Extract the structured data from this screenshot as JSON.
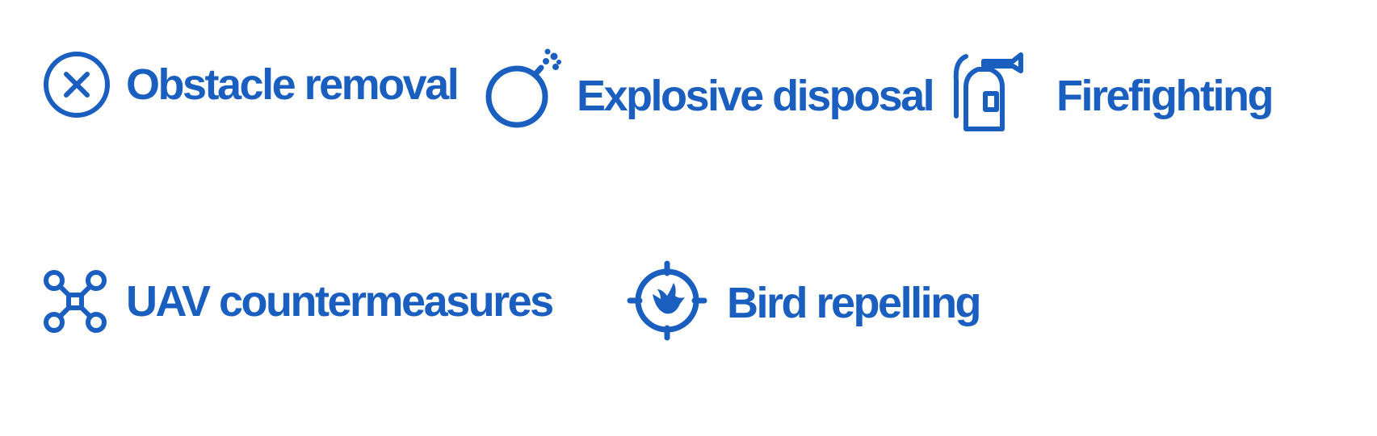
{
  "theme": {
    "accent": "#1a5fc0",
    "background": "#ffffff"
  },
  "features": {
    "obstacle_removal": {
      "label": "Obstacle removal",
      "icon": "close-circle-icon"
    },
    "explosive_disposal": {
      "label": "Explosive disposal",
      "icon": "bomb-icon"
    },
    "firefighting": {
      "label": "Firefighting",
      "icon": "fire-extinguisher-icon"
    },
    "uav_countermeasures": {
      "label": "UAV countermeasures",
      "icon": "drone-icon"
    },
    "bird_repelling": {
      "label": "Bird repelling",
      "icon": "bird-target-icon"
    }
  }
}
